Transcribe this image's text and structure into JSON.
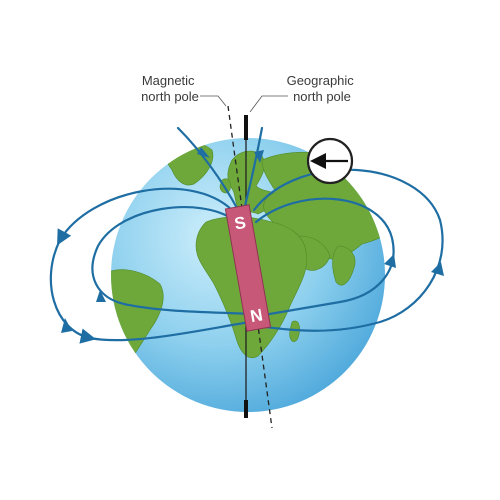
{
  "labels": {
    "magnetic_pole": [
      "Magnetic",
      "north pole"
    ],
    "geographic_pole": [
      "Geographic",
      "north pole"
    ]
  },
  "magnet": {
    "south_label": "S",
    "north_label": "N"
  },
  "colors": {
    "ocean": "#8ed0ee",
    "ocean_dark": "#4aa6da",
    "land": "#6fa83a",
    "field_lines": "#1f6ea3",
    "magnet": "#c85878",
    "axis": "#111111"
  },
  "compass_icon": "compass-arrow-icon"
}
